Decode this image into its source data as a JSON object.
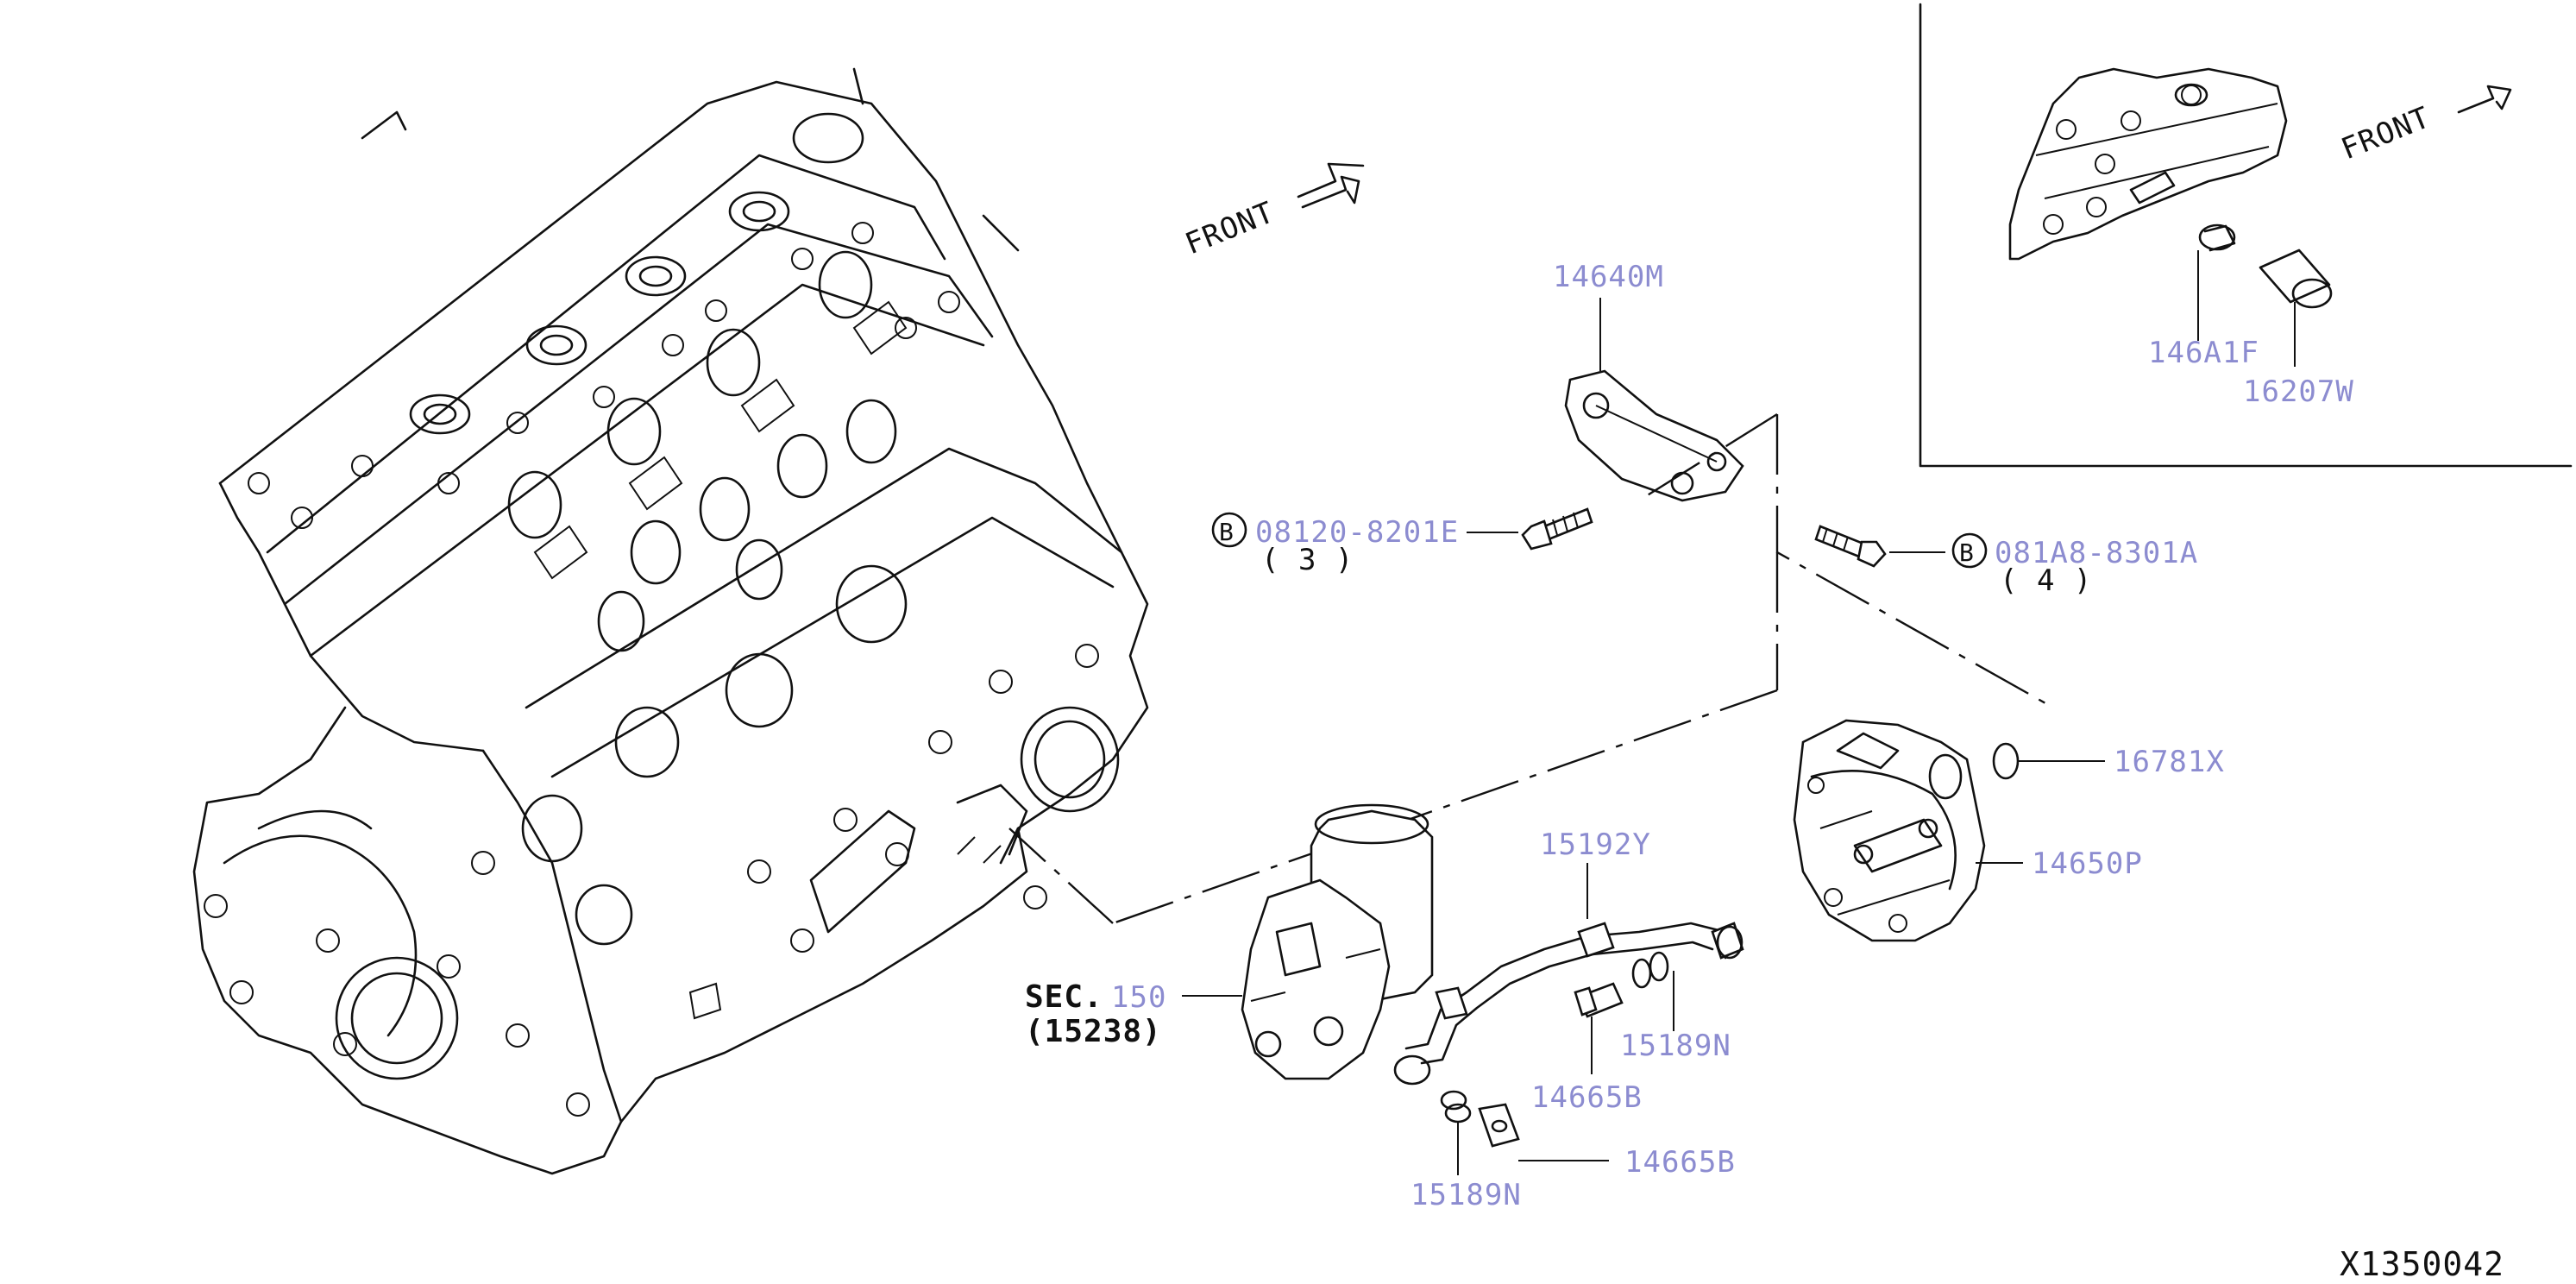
{
  "diagram_id": "X1350042",
  "front_label": "FRONT",
  "inset_front_label": "FRONT",
  "bolt_symbol": "B",
  "parts": {
    "p14640M": "14640M",
    "p08120": "08120-8201E",
    "p08120_qty": "( 3 )",
    "p081A8": "081A8-8301A",
    "p081A8_qty": "( 4 )",
    "p16781X": "16781X",
    "p14650P": "14650P",
    "p15192Y": "15192Y",
    "p15189N_upper": "15189N",
    "p14665B_upper": "14665B",
    "p15189N_lower": "15189N",
    "p14665B_lower": "14665B",
    "p146A1F": "146A1F",
    "p16207W": "16207W"
  },
  "sec_ref": {
    "prefix": "SEC.",
    "number": "150",
    "sub": "(15238)"
  }
}
